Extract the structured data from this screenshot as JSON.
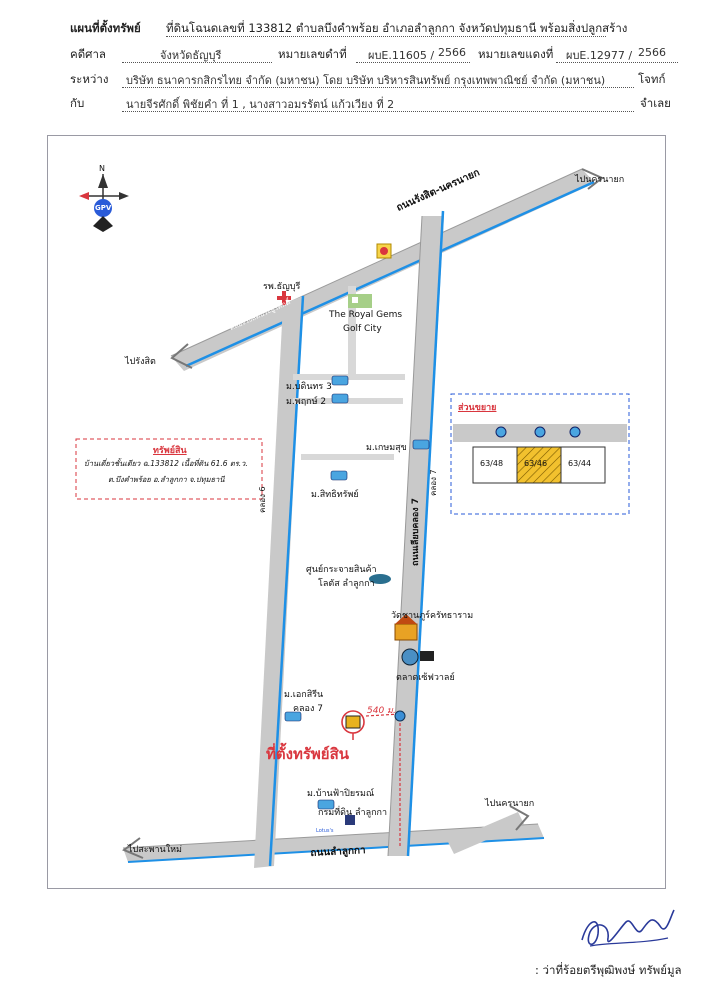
{
  "header": {
    "row1_label": "แผนที่ตั้งทรัพย์",
    "row1_value": "ที่ดินโฉนดเลขที่ 133812 ตำบลบึงคำพร้อย อำเภอลำลูกกา จังหวัดปทุมธานี พร้อมสิ่งปลูกสร้าง",
    "row2_label": "คดีศาล",
    "court": "จังหวัดธัญบุรี",
    "black_case_label": "หมายเลขดำที่",
    "black_case": "ผบE.11605 /",
    "black_year": "2566",
    "red_case_label": "หมายเลขแดงที่",
    "red_case": "ผบE.12977 /",
    "red_year": "2566",
    "row3_label": "ระหว่าง",
    "parties": "บริษัท ธนาคารกสิกรไทย จำกัด (มหาชน) โดย บริษัท บริหารสินทรัพย์ กรุงเทพพาณิชย์ จำกัด (มหาชน)",
    "plaintiff_label": "โจทก์",
    "row4_label": "กับ",
    "defendants": "นายจีรศักดิ์ พิชัยคำ ที่ 1 , นางสาวอมรรัตน์ แก้วเวียง ที่ 2",
    "defendant_label": "จำเลย"
  },
  "map": {
    "compass_n": "N",
    "compass_logo": "GPV",
    "road_top": "ถนนรังสิต-นครนายก",
    "canal_top": "คลองรังสิตประยูรศักดิ์",
    "to_nakhon_nayok_top": "ไปนครนายก",
    "to_rangsit": "ไปรังสิต",
    "hospital": "รพ.ธัญบุรี",
    "royal_gems_1": "The Royal Gems",
    "royal_gems_2": "Golf City",
    "village_1": "ม.บดินทร 3",
    "village_2": "ม.พฤกษ์ 2",
    "village_3": "ม.เกษมสุข",
    "village_4": "ม.สิทธิทรัพย์",
    "canal_6": "คลอง 6",
    "canal_7": "คลอง 7",
    "road_klong7": "ถนนเลียบคลอง 7",
    "lotus_1": "ศูนย์กระจายสินค้า",
    "lotus_2": "โลตัส ลำลูกกา",
    "temple": "วัดชานภูร์ครัทธาราม",
    "market": "ตลาดเซ้ฟวาลย์",
    "village_5": "ม.เอกสิรีน",
    "village_5b": "คลอง 7",
    "distance": "540 ม.",
    "property_location": "ที่ตั้งทรัพย์สิน",
    "village_6": "ม.บ้านฟ้าปิยรมณ์",
    "land_office": "กรมที่ดิน ลำลูกกา",
    "lotus_small": "Lotus's",
    "road_bottom": "ถนนลำลูกกา",
    "to_nakhon_nayok_bottom": "ไปนครนายก",
    "to_saphan_mai": "ไปสะพานใหม่",
    "asset_box_title": "ทรัพย์สิน",
    "asset_line1": "บ้านเดี่ยวชั้นเดียว ฉ.133812 เนื้อที่ดิน 61.6 ตร.ว.",
    "asset_line2": "ต.บึงคำพร้อย อ.ลำลูกกา จ.ปทุมธานี",
    "inset_title": "ส่วนขยาย",
    "plot_left": "63/48",
    "plot_mid": "63/46",
    "plot_right": "63/44"
  },
  "signature": {
    "name": ": ว่าที่ร้อยตรีพุฒิพงษ์ ทรัพย์มูล"
  },
  "colors": {
    "road": "#c9c9c9",
    "canal": "#1e90e6",
    "property": "#e8b21e",
    "highlight_red": "#d9363e",
    "inset_border": "#2a5bd8"
  }
}
